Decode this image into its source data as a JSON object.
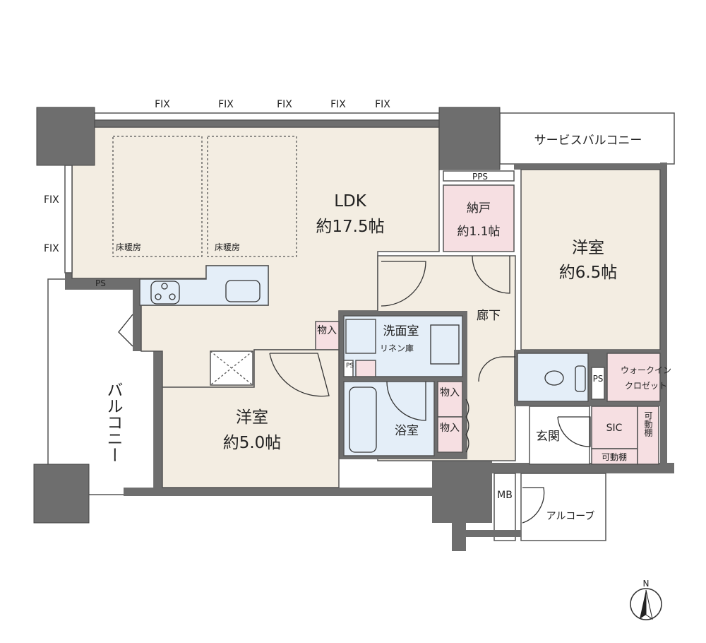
{
  "windows": {
    "fix": "FIX"
  },
  "rooms": {
    "ldk": {
      "name": "LDK",
      "size": "約17.5帖"
    },
    "floor_heating": "床暖房",
    "storage_nando": {
      "name": "納戸",
      "size": "約1.1帖"
    },
    "western_room_1": {
      "name": "洋室",
      "size": "約6.5帖"
    },
    "western_room_2": {
      "name": "洋室",
      "size": "約5.0帖"
    },
    "corridor": "廊下",
    "washroom": "洗面室",
    "linen": "リネン庫",
    "bathroom": "浴室",
    "closet": "物入",
    "walk_in_closet": [
      "ウォークイン",
      "クロゼット"
    ],
    "entrance": "玄関",
    "sic": "SIC",
    "movable_shelf": "可動棚",
    "alcove": "アルコーブ",
    "balcony": "バルコニー",
    "service_balcony": "サービスバルコニー",
    "ps": "PS",
    "pps": "PPS",
    "mb": "MB"
  },
  "compass": {
    "north": "N"
  },
  "colors": {
    "wall": "#6e6e6e",
    "floor": "#f3ede2",
    "wet": "#e4eef8",
    "storage": "#f6dfe2"
  }
}
